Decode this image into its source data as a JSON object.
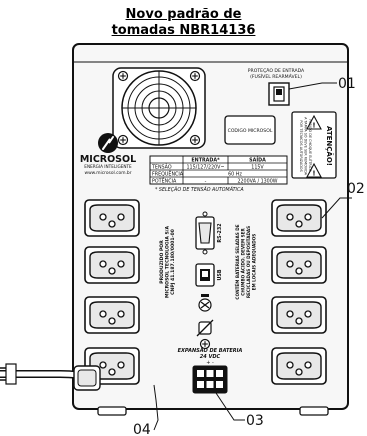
{
  "title": {
    "line1": "Novo padrão de",
    "line2": "tomadas NBR14136"
  },
  "callouts": [
    "01",
    "02",
    "03",
    "04"
  ],
  "protection_label": {
    "line1": "PROTEÇÃO DE ENTRADA",
    "line2": "(FUSÍVEL REARMÁVEL)"
  },
  "code_label": "CODIGO MICROSOL",
  "warning": {
    "title": "ATENÇÃO!",
    "text": [
      "PERIGO DE CHOQUE ELÉTRICO.",
      "A TAMPA SÓ DEVE SER REMOVIDA",
      "POR TÉCNICOS AUTORIZADOS"
    ]
  },
  "brand": {
    "name": "MICROSOL",
    "tagline": "ENERGIA INTELIGENTE",
    "url": "www.microsol.com.br"
  },
  "spec_table": {
    "headers": [
      "",
      "ENTRADA*",
      "SAÍDA"
    ],
    "rows": [
      [
        "TENSÃO",
        "115/127/220V~",
        "115V"
      ],
      [
        "FREQUÊNCIA",
        "60 Hz",
        ""
      ],
      [
        "POTÊNCIA",
        "-",
        "2200VA / 1300W"
      ]
    ],
    "footnote": "* SELEÇÃO DE TENSÃO AUTOMÁTICA"
  },
  "produced_by": [
    "PRODUZIDO POR",
    "MICROSOL TECNOLOGIA S/A",
    "CNPJ 41.187.180/0001-00"
  ],
  "ports": {
    "rs232": "RS-232",
    "usb": "USB"
  },
  "battery_notice": [
    "CONTÉM BATERIAS SELADAS DE",
    "CHUMBO ÁCIDO. DEVEM SER",
    "RECICLADAS OU DEPOSITADAS",
    "EM LOCAIS ADEQUADOS"
  ],
  "battery_expansion": {
    "line1": "EXPANSÃO DE BATERIA",
    "line2": "24 VDC",
    "polarity": "+ -"
  },
  "colors": {
    "panel": "#f7f7f7",
    "frame": "#111111",
    "outlet": "#e8e8e8"
  }
}
